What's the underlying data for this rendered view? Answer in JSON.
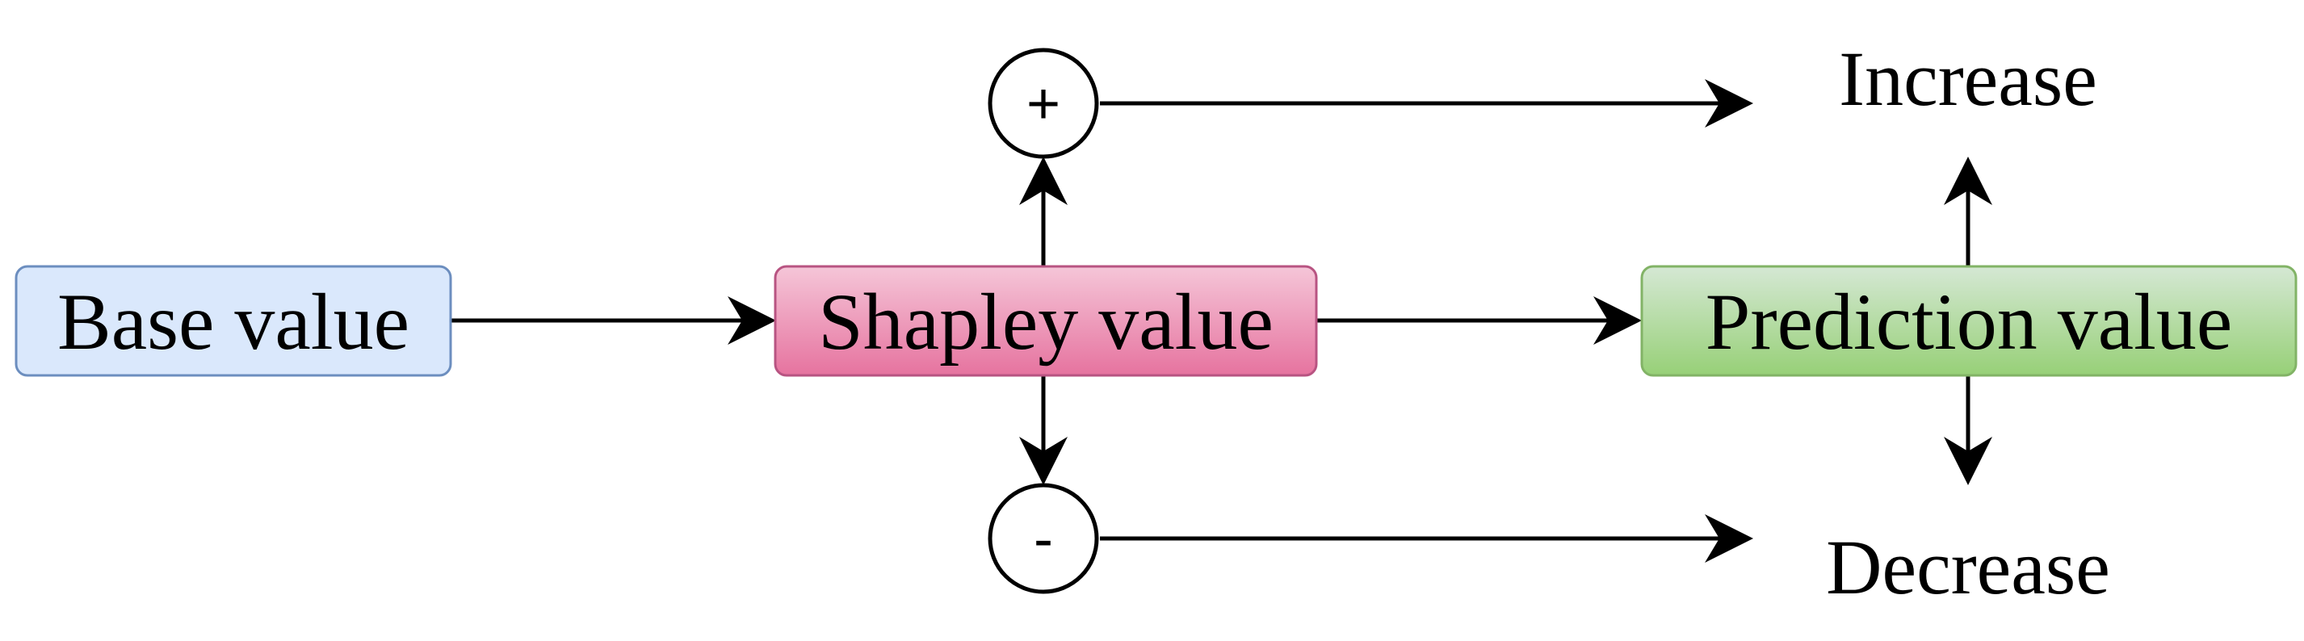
{
  "nodes": {
    "base": {
      "label": "Base value",
      "fill": "#dae8fc",
      "stroke": "#6c8ebf"
    },
    "shapley": {
      "label": "Shapley value",
      "fill": "#e6739f",
      "stroke": "#b85482"
    },
    "prediction": {
      "label": "Prediction value",
      "fill": "#97d077",
      "stroke": "#82b366"
    }
  },
  "signs": {
    "plus": {
      "label": "+"
    },
    "minus": {
      "label": "-"
    }
  },
  "outcomes": {
    "increase": "Increase",
    "decrease": "Decrease"
  }
}
